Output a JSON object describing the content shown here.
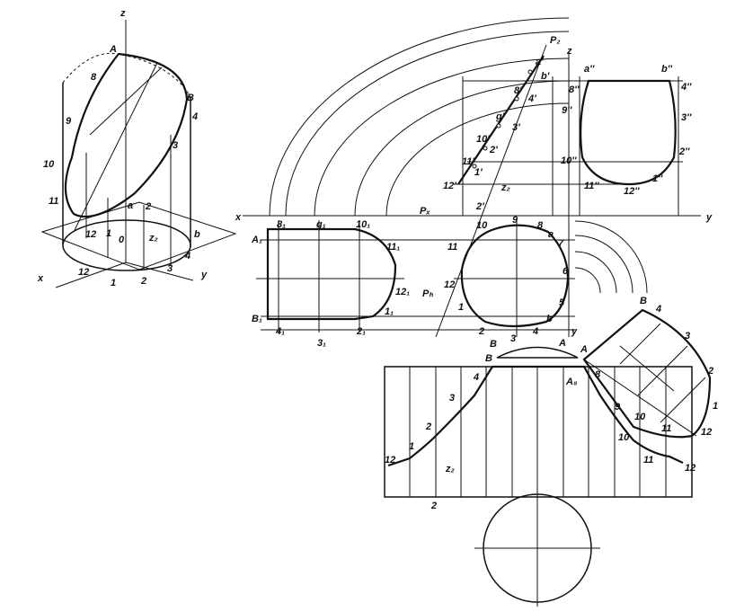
{
  "labels": {
    "iso": {
      "z": "z",
      "A": "A",
      "B": "B",
      "n8": "8",
      "n9": "9",
      "n4": "4",
      "n3": "3",
      "n10": "10",
      "n11": "11",
      "a": "a",
      "n2": "2",
      "z2": "z₂",
      "n12": "12",
      "n1": "1",
      "n0": "0",
      "b": "b",
      "x": "x",
      "y": "y",
      "b12": "12",
      "b1": "1",
      "b2": "2",
      "b3": "3",
      "b4": "4"
    },
    "front": {
      "Pv": "P₂",
      "a1": "a'",
      "b1": "b'",
      "z": "z",
      "n8": "8'",
      "n4": "4'",
      "g": "g'",
      "n3": "3'",
      "n10": "10'",
      "n2": "2'",
      "n11": "11'",
      "n1": "1'",
      "n12": "12'",
      "z2": "z₂",
      "n2b": "2'",
      "Px": "Pₓ",
      "x": "x",
      "y": "y"
    },
    "side": {
      "a": "a''",
      "b": "b''",
      "n8": "8''",
      "n4": "4''",
      "n9": "9''",
      "n3": "3''",
      "n10": "10''",
      "n2": "2''",
      "n11": "11''",
      "n12": "12''",
      "n1": "1''"
    },
    "top": {
      "n10": "10",
      "n9": "9",
      "n8": "8",
      "a": "a",
      "n7": "7",
      "n11": "11",
      "n6": "6",
      "n12": "12",
      "n5": "5",
      "n1": "1",
      "b": "b",
      "n2": "2",
      "n3": "3",
      "n4": "4",
      "PH": "Pₕ",
      "y": "y"
    },
    "section": {
      "A1": "A₁",
      "B1": "B₁",
      "s8": "8₁",
      "g1": "g₁",
      "s10": "10₁",
      "s11": "11₁",
      "s12": "12₁",
      "s1": "1₁",
      "s4": "4₁",
      "s3": "3₁",
      "s2": "2₁"
    },
    "dev": {
      "B": "B",
      "A": "A",
      "B2": "B",
      "A8": "A₈",
      "n4": "4",
      "n3": "3",
      "n2": "2",
      "n1": "1",
      "n12": "12",
      "z2": "z₂",
      "n2b": "2",
      "r8": "8",
      "r9": "9",
      "r10": "10",
      "r11": "11",
      "r12": "12"
    },
    "oblique": {
      "B": "B",
      "n4": "4",
      "n3": "3",
      "n2": "2",
      "n1": "1",
      "n12": "12",
      "n11": "11",
      "n10": "10",
      "A": "A"
    }
  }
}
